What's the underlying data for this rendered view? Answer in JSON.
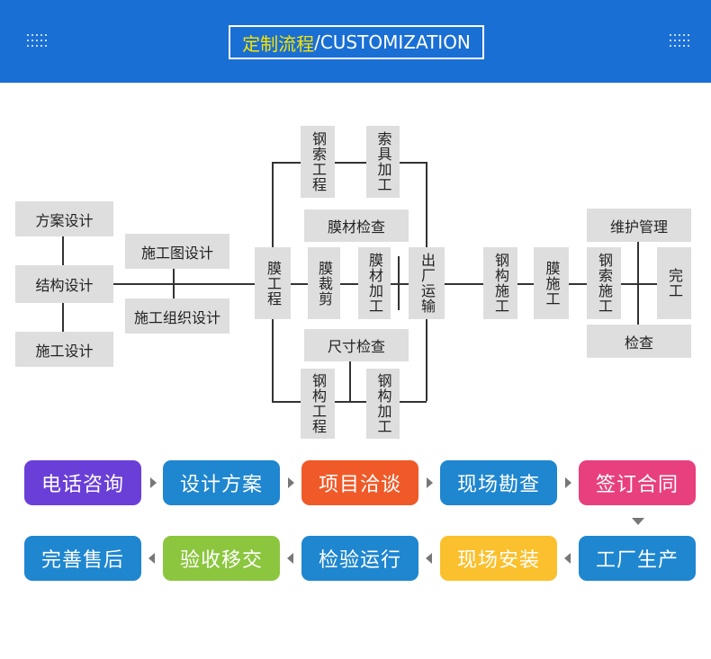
{
  "header": {
    "title_cn": "定制流程",
    "title_en": "/CUSTOMIZATION"
  },
  "diagram": {
    "design": {
      "scheme": "方案设计",
      "structure": "结构设计",
      "construction": "施工设计"
    },
    "drawings": {
      "construction_drawing": "施工图设计",
      "organization_design": "施工组织设计"
    },
    "membrane_engineering": "膜工程",
    "steel_cable_engineering": "钢索工程",
    "cable_processing": "索具加工",
    "membrane_inspection": "膜材检查",
    "membrane_cutting": "膜裁剪",
    "membrane_processing": "膜材加工",
    "size_inspection": "尺寸检查",
    "steel_engineering": "钢构工程",
    "steel_processing": "钢构加工",
    "shipping": "出厂运输",
    "steel_construction": "钢构施工",
    "membrane_construction": "膜施工",
    "cable_construction": "钢索施工",
    "maintenance": "维护管理",
    "inspection": "检查",
    "completion": "完工"
  },
  "flow": {
    "row1": [
      {
        "label": "电话咨询",
        "color": "#6a3fd8"
      },
      {
        "label": "设计方案",
        "color": "#1f86d0"
      },
      {
        "label": "项目洽谈",
        "color": "#f05a28"
      },
      {
        "label": "现场勘查",
        "color": "#1f86d0"
      },
      {
        "label": "签订合同",
        "color": "#e8407e"
      }
    ],
    "row2": [
      {
        "label": "完善售后",
        "color": "#1f86d0"
      },
      {
        "label": "验收移交",
        "color": "#8cc63f"
      },
      {
        "label": "检验运行",
        "color": "#1f86d0"
      },
      {
        "label": "现场安装",
        "color": "#fbc02d"
      },
      {
        "label": "工厂生产",
        "color": "#1f86d0"
      }
    ]
  }
}
